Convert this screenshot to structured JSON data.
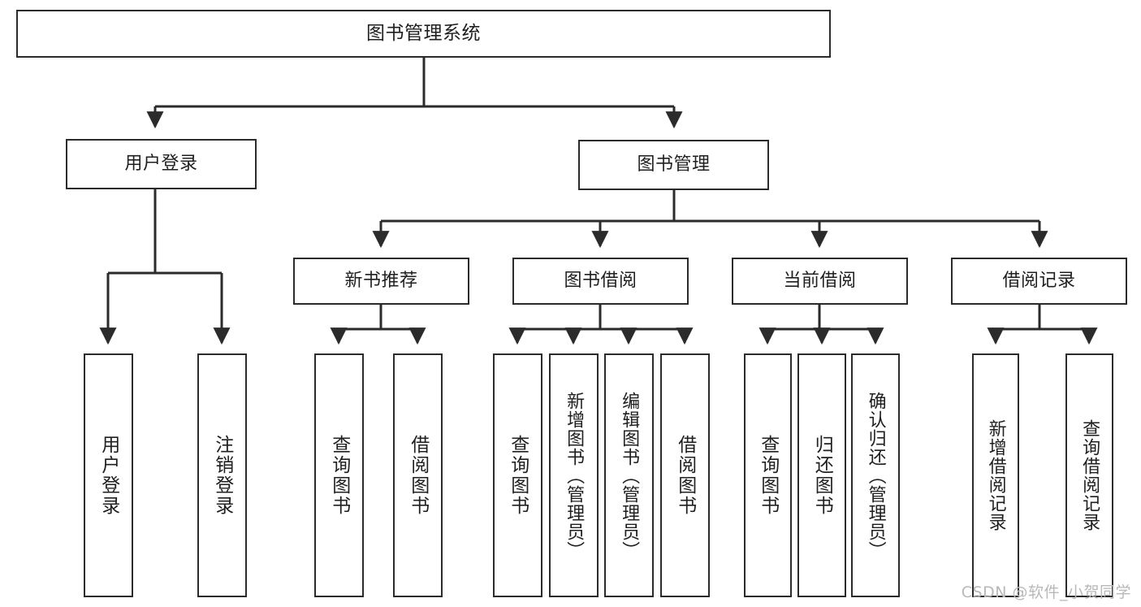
{
  "diagram": {
    "title": "图书管理系统",
    "type": "hierarchy-tree",
    "root": {
      "id": "root",
      "label": "图书管理系统"
    },
    "level2": [
      {
        "id": "user-login",
        "label": "用户登录"
      },
      {
        "id": "book-management",
        "label": "图书管理"
      }
    ],
    "level3": [
      {
        "id": "new-book-recommend",
        "label": "新书推荐",
        "parent": "book-management"
      },
      {
        "id": "book-borrow",
        "label": "图书借阅",
        "parent": "book-management"
      },
      {
        "id": "current-borrow",
        "label": "当前借阅",
        "parent": "book-management"
      },
      {
        "id": "borrow-record",
        "label": "借阅记录",
        "parent": "book-management"
      }
    ],
    "leaves": {
      "user_login": [
        {
          "id": "leaf-user-login",
          "label": "用户登录"
        },
        {
          "id": "leaf-user-logout",
          "label": "注销登录"
        }
      ],
      "new_book_recommend": [
        {
          "id": "leaf-query-book-1",
          "label": "查询图书"
        },
        {
          "id": "leaf-borrow-book-1",
          "label": "借阅图书"
        }
      ],
      "book_borrow": [
        {
          "id": "leaf-query-book-2",
          "label": "查询图书"
        },
        {
          "id": "leaf-add-book",
          "label": "新增图书（管理员）"
        },
        {
          "id": "leaf-edit-book",
          "label": "编辑图书（管理员）"
        },
        {
          "id": "leaf-borrow-book-2",
          "label": "借阅图书"
        }
      ],
      "current_borrow": [
        {
          "id": "leaf-query-book-3",
          "label": "查询图书"
        },
        {
          "id": "leaf-return-book",
          "label": "归还图书"
        },
        {
          "id": "leaf-confirm-return",
          "label": "确认归还（管理员）"
        }
      ],
      "borrow_record": [
        {
          "id": "leaf-add-record",
          "label": "新增借阅记录"
        },
        {
          "id": "leaf-query-record",
          "label": "查询借阅记录"
        }
      ]
    },
    "colors": {
      "stroke": "#2b2b2b",
      "fill": "#ffffff",
      "text": "#1f1f1f",
      "watermark": "#b8b8b8"
    }
  },
  "watermark": {
    "text": "CSDN @软件_小贺同学"
  }
}
